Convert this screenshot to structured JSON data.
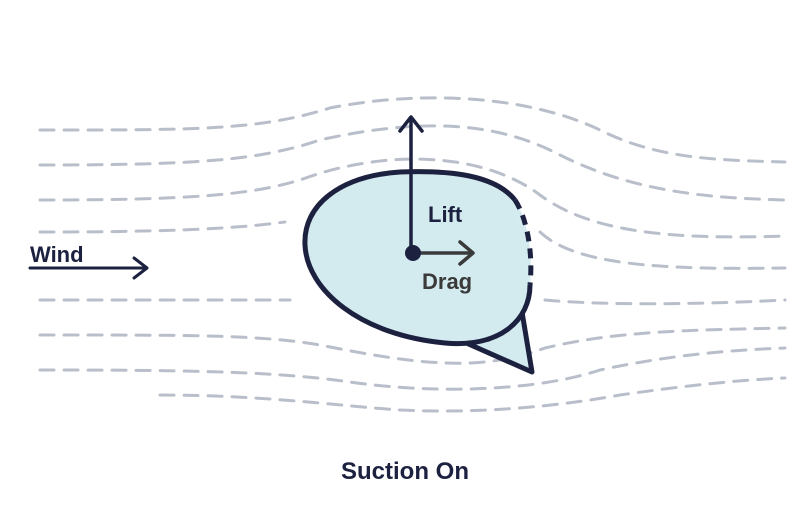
{
  "diagram": {
    "labels": {
      "wind": "Wind",
      "lift": "Lift",
      "drag": "Drag"
    },
    "caption": "Suction On",
    "colors": {
      "outline": "#1d2140",
      "fill": "#d3ebef",
      "streamline": "#b9bfca",
      "drag_arrow": "#3a3a3a",
      "text": "#1d2140"
    }
  }
}
